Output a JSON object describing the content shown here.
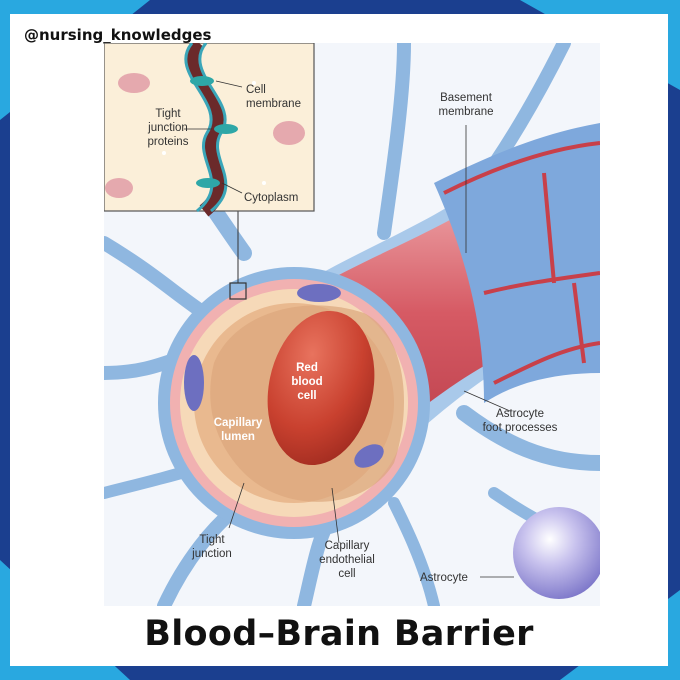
{
  "watermark": "@nursing_knowledges",
  "title": "Blood–Brain Barrier",
  "labels": {
    "cell_membrane_1": "Cell",
    "cell_membrane_2": "membrane",
    "tight_junction_proteins_1": "Tight",
    "tight_junction_proteins_2": "junction",
    "tight_junction_proteins_3": "proteins",
    "cytoplasm": "Cytoplasm",
    "basement_membrane_1": "Basement",
    "basement_membrane_2": "membrane",
    "red_blood_cell_1": "Red",
    "red_blood_cell_2": "blood",
    "red_blood_cell_3": "cell",
    "capillary_lumen_1": "Capillary",
    "capillary_lumen_2": "lumen",
    "astrocyte_foot_1": "Astrocyte",
    "astrocyte_foot_2": "foot processes",
    "tight_junction_1": "Tight",
    "tight_junction_2": "junction",
    "endothelial_1": "Capillary",
    "endothelial_2": "endothelial",
    "endothelial_3": "cell",
    "astrocyte": "Astrocyte"
  },
  "colors": {
    "frame": "#1b3f8f",
    "frame_accent": "#29a8e0",
    "astrocyte_blue": "#8fb7e0",
    "vessel_red": "#d2505a",
    "red_blood_cell": "#c9412f",
    "lumen": "#e9b98f"
  }
}
